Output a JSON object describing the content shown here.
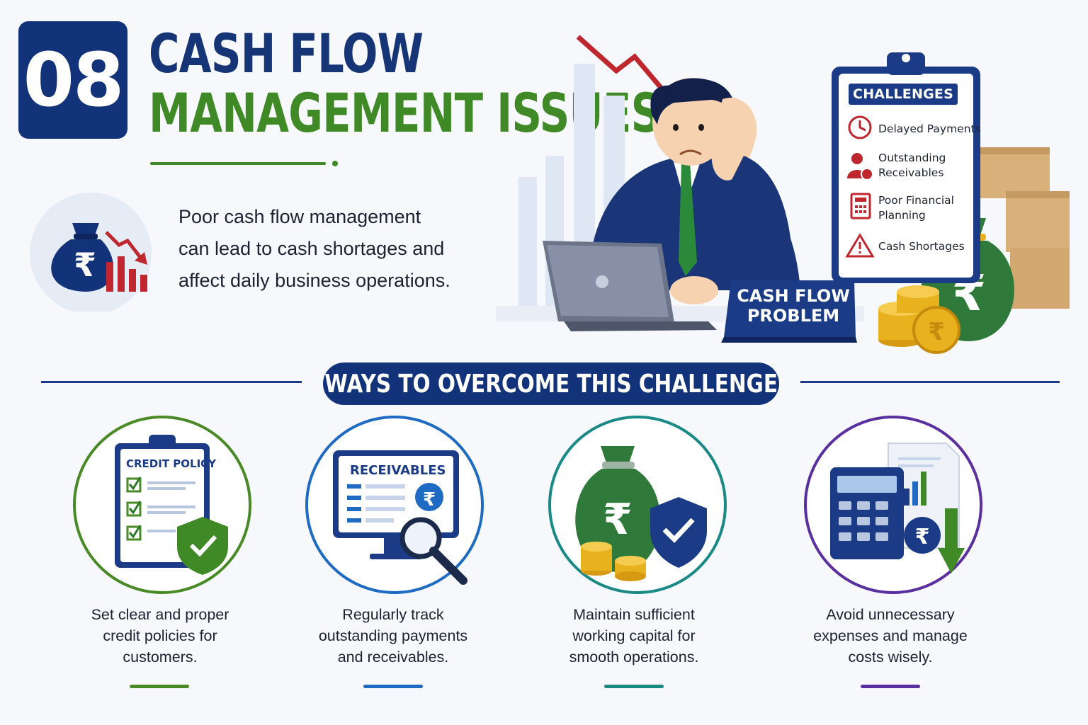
{
  "header": {
    "number": "08",
    "title_line1": "CASH FLOW",
    "title_line2": "MANAGEMENT ISSUES"
  },
  "intro": {
    "lines": [
      "Poor cash flow management",
      "can lead to cash shortages and",
      "affect daily business operations."
    ]
  },
  "challenges_board": {
    "title": "CHALLENGES",
    "items": [
      {
        "label": "Delayed Payments",
        "icon": "clock-icon"
      },
      {
        "label": "Outstanding Receivables",
        "line1": "Outstanding",
        "line2": "Receivables",
        "icon": "person-rupee-icon"
      },
      {
        "label": "Poor Financial Planning",
        "line1": "Poor Financial",
        "line2": "Planning",
        "icon": "calculator-icon"
      },
      {
        "label": "Cash Shortages",
        "icon": "warning-icon"
      }
    ]
  },
  "desk_sign": {
    "line1": "CASH FLOW",
    "line2": "PROBLEM"
  },
  "ways": {
    "banner": "WAYS TO OVERCOME THIS CHALLENGE",
    "cards": [
      {
        "icon_label": "CREDIT POLICY",
        "lines": [
          "Set clear and proper",
          "credit policies for",
          "customers."
        ],
        "accent": "#4a8a26"
      },
      {
        "icon_label": "RECEIVABLES",
        "lines": [
          "Regularly track",
          "outstanding payments",
          "and receivables."
        ],
        "accent": "#1f6bc4"
      },
      {
        "icon_label": "",
        "lines": [
          "Maintain sufficient",
          "working capital for",
          "smooth operations."
        ],
        "accent": "#1b8a86"
      },
      {
        "icon_label": "",
        "lines": [
          "Avoid unnecessary",
          "expenses and manage",
          "costs wisely."
        ],
        "accent": "#5a2fa0"
      }
    ]
  },
  "colors": {
    "navy": "#12327a",
    "green": "#3f8a27",
    "red": "#c0262d",
    "gold": "#e8b21e"
  }
}
